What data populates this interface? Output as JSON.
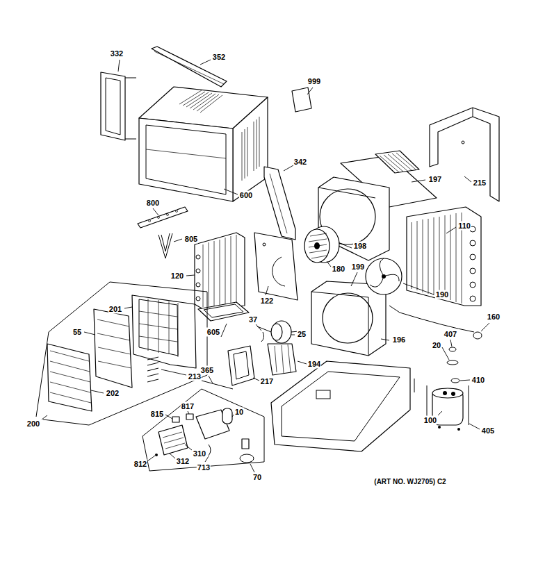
{
  "diagram": {
    "nodes": [],
    "edges": [],
    "labels": [
      "332",
      "352",
      "999",
      "342",
      "600",
      "197",
      "215",
      "800",
      "805",
      "198",
      "180",
      "110",
      "120",
      "122",
      "199",
      "190",
      "160",
      "201",
      "605",
      "37",
      "25",
      "55",
      "196",
      "407",
      "20",
      "410",
      "194",
      "213",
      "217",
      "202",
      "365",
      "100",
      "405",
      "817",
      "815",
      "10",
      "200",
      "310",
      "312",
      "812",
      "713",
      "70",
      "(ART NO. WJ2705) C2"
    ]
  }
}
